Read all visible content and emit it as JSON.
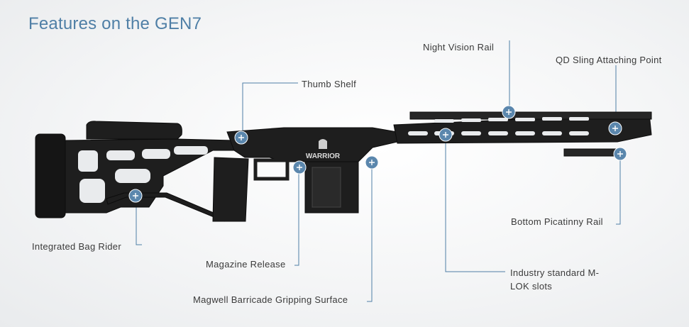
{
  "title": "Features on the GEN7",
  "brand_text": "WARRIOR",
  "callouts": {
    "thumb_shelf": "Thumb Shelf",
    "night_vision_rail": "Night Vision Rail",
    "qd_sling": "QD Sling Attaching Point",
    "integrated_bag_rider": "Integrated Bag Rider",
    "magazine_release": "Magazine Release",
    "magwell_barricade": "Magwell Barricade Gripping Surface",
    "bottom_picatinny": "Bottom Picatinny Rail",
    "mlok_slots": "Industry standard M-LOK slots"
  },
  "colors": {
    "accent": "#4f7fa6",
    "hotspot": "#5b87ad",
    "stock": "#1c1c1c"
  },
  "hotspot_icon": "plus-icon"
}
